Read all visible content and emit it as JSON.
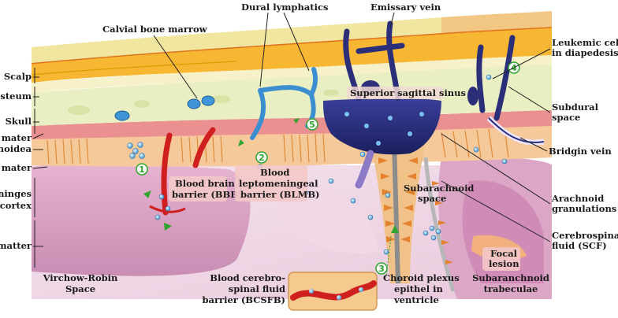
{
  "left_labels": [
    "Scalp",
    "Periosteum",
    "Skull",
    "Dura mater",
    "Pia arachnoidea",
    "Pia mater",
    "Leptomeninges",
    "Cerebral cortex",
    "White matter"
  ],
  "top_labels": {
    "calvial": "Calvial bone marrow",
    "dural_lymph": "Dural lymphatics",
    "emissary": "Emissary vein"
  },
  "right_labels": {
    "leukemic_1": "Leukemic cell",
    "leukemic_2": "in diapedesis",
    "subdural_1": "Subdural",
    "subdural_2": "space",
    "bridgin": "Bridgin vein",
    "arach_1": "Arachnoid",
    "arach_2": "granulations",
    "csf_1": "Cerebrospinal",
    "csf_2": "fluid (SCF)"
  },
  "inner_labels": {
    "sss": "Superior sagittal sinus",
    "subarach_1": "Subarachnoid",
    "subarach_2": "space",
    "bbb_1": "Blood brain",
    "bbb_2": "barrier (BBB)",
    "blmb_1": "Blood",
    "blmb_2": "leptomeningeal",
    "blmb_3": "barrier (BLMB)",
    "focal_1": "Focal",
    "focal_2": "lesion"
  },
  "bottom_labels": {
    "vr_1": "Virchow-Robin",
    "vr_2": "Space",
    "bcsfb_1": "Blood  cerebro-",
    "bcsfb_2": "spinal fluid",
    "bcsfb_3": "barrier (BCSFB)",
    "choroid_1": "Choroid plexus",
    "choroid_2": "epithel in",
    "choroid_3": "ventricle",
    "trab_1": "Subaranchnoid",
    "trab_2": "trabeculae"
  },
  "numbers": [
    "1",
    "2",
    "3",
    "4",
    "5"
  ],
  "colors": {
    "scalp": "#f7b733",
    "bone": "#e6ecb8",
    "dura": "#e67a7a",
    "cortex": "#d9a6c5",
    "csf": "#f2a766",
    "vein": "#2b2f7a",
    "lymph": "#3b8fd0",
    "cell": "#6fb3e6",
    "green": "#2fa52f"
  }
}
